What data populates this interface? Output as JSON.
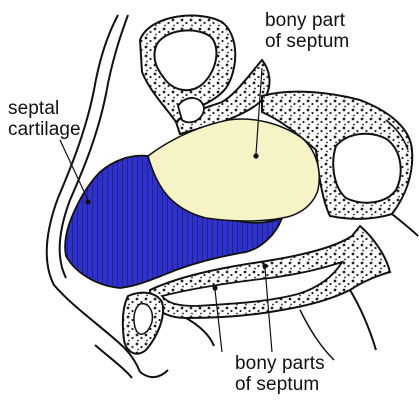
{
  "labels": {
    "bony_part": {
      "line1": "bony part",
      "line2": "of septum"
    },
    "septal_cartilage": {
      "line1": "septal",
      "line2": "cartilage"
    },
    "bony_parts": {
      "line1": "bony parts",
      "line2": "of septum"
    }
  },
  "colors": {
    "cartilage_fill": "#2f31c8",
    "bone_fill": "#f6f3c6",
    "outline": "#111111",
    "background": "#ffffff"
  }
}
